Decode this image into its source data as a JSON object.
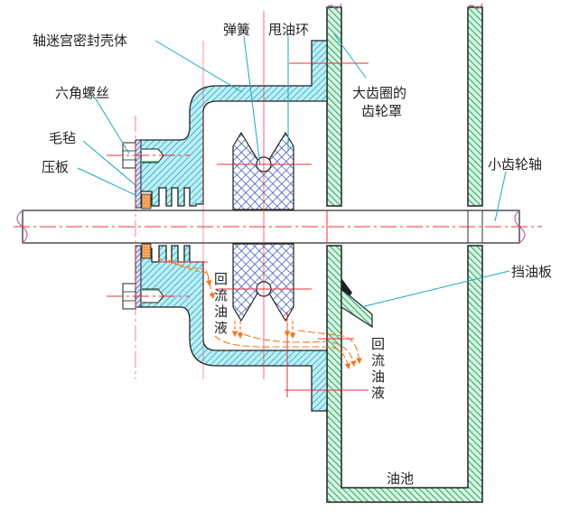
{
  "diagram": {
    "title": "轴迷宫密封结构示意图",
    "colors": {
      "housing_fill": "#5cc8d8",
      "gear_cover_fill": "#2fae6a",
      "oil_ring_fill": "#2a4fb0",
      "felt_fill": "#f08a30",
      "pressure_plate_fill": "#4a5fb0",
      "centerline": "#e8303a",
      "leader": "#1aa8c0",
      "oil_flow": "#f07a20",
      "outline": "#222222",
      "break_line": "#c060b0"
    },
    "labels": {
      "housing": "轴迷宫密封壳体",
      "hex_screw": "六角螺丝",
      "felt": "毛毡",
      "pressure_plate": "压板",
      "spring": "弹簧",
      "oil_slinger": "甩油环",
      "gear_cover_line1": "大齿圈的",
      "gear_cover_line2": "齿轮罩",
      "pinion_shaft": "小齿轮轴",
      "oil_baffle": "挡油板",
      "return_oil_1": [
        "回",
        "流",
        "油",
        "液"
      ],
      "return_oil_2": [
        "回",
        "流",
        "油",
        "液"
      ],
      "oil_sump": "油池"
    }
  }
}
